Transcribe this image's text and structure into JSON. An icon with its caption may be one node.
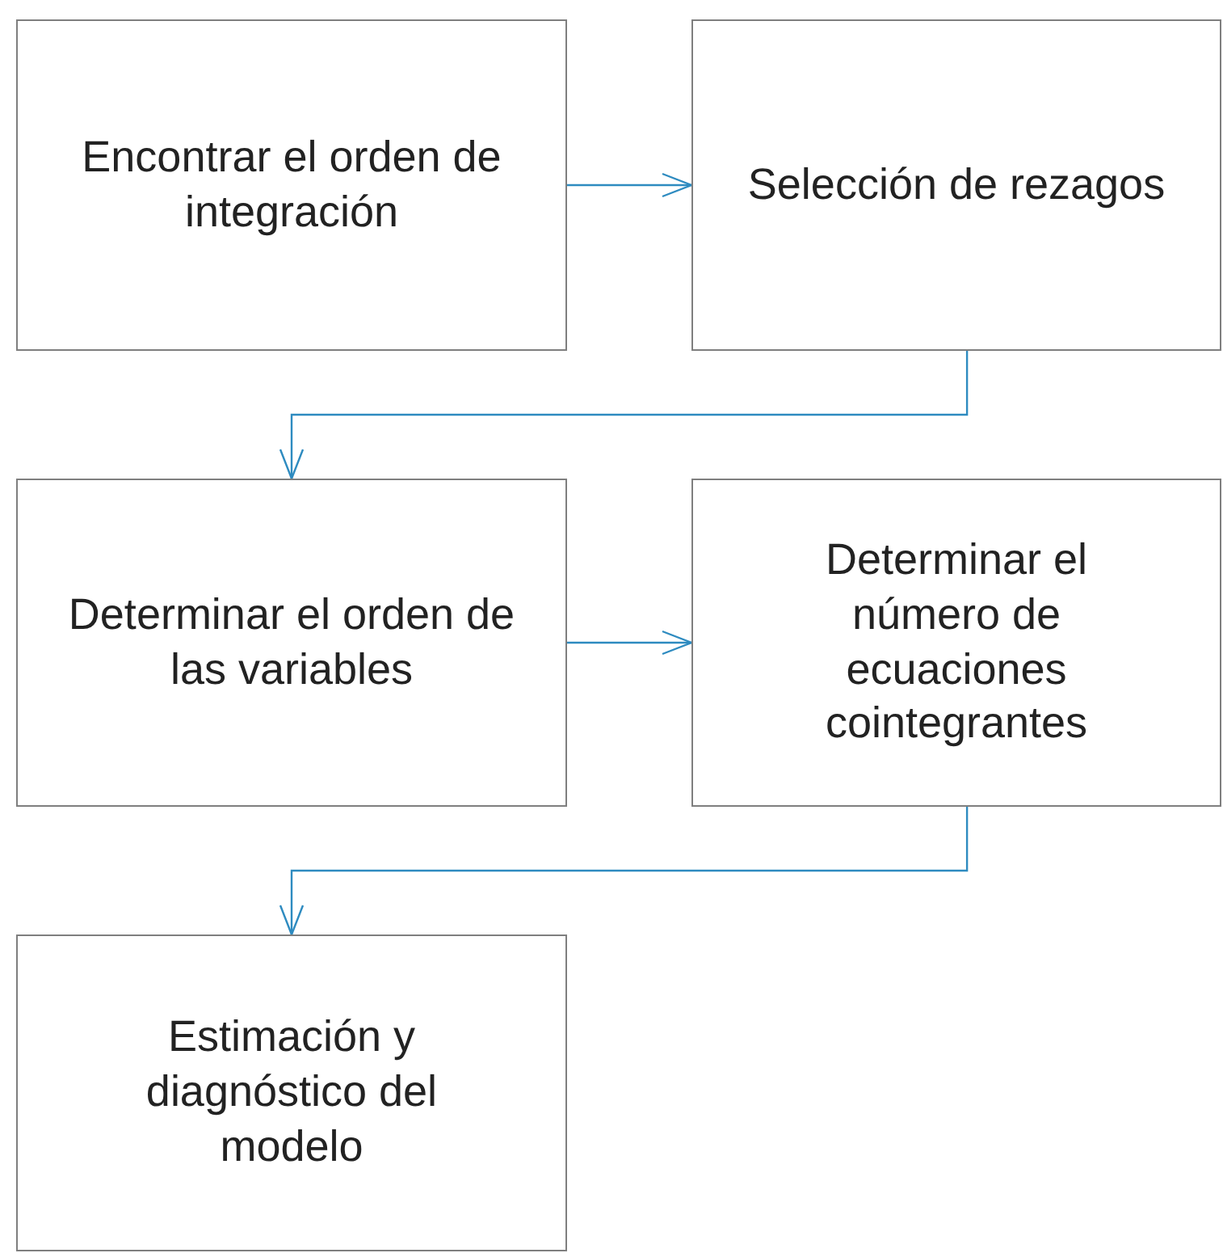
{
  "diagram": {
    "nodes": [
      {
        "text": [
          "Encontrar el orden de integración"
        ]
      },
      {
        "text": [
          "Selección de rezagos"
        ]
      },
      {
        "text": [
          "Determinar el orden de las variables"
        ]
      },
      {
        "text": [
          "Determinar el número de ecuaciones cointegrantes"
        ]
      },
      {
        "text": [
          "Estimación y diagnóstico del modelo"
        ]
      }
    ],
    "edges": [
      {
        "from": 0,
        "to": 1,
        "arrow": "to"
      },
      {
        "from": 1,
        "to": 2,
        "arrow": "to"
      },
      {
        "from": 2,
        "to": 3,
        "arrow": "to"
      },
      {
        "from": 3,
        "to": 4,
        "arrow": "to"
      }
    ]
  }
}
